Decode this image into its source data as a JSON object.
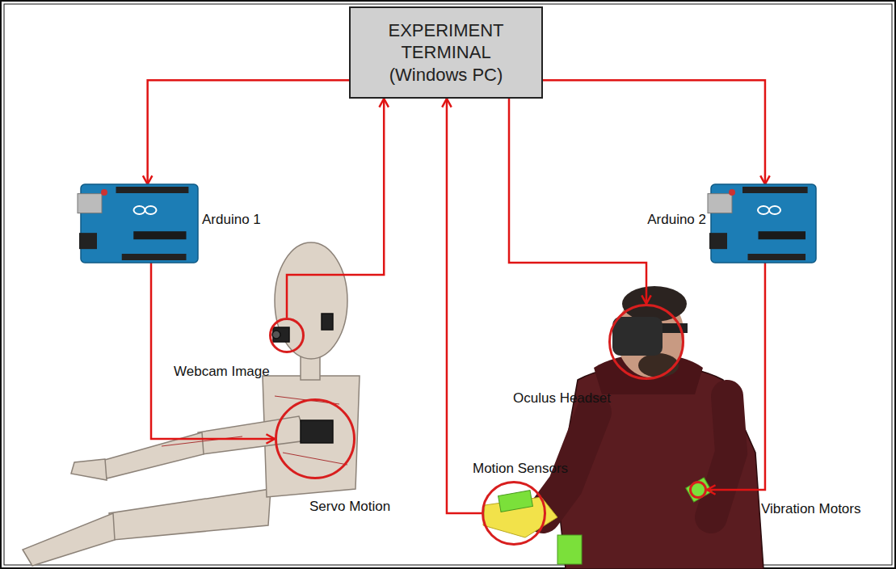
{
  "diagram": {
    "nodes": [
      {
        "text": [
          "EXPERIMENT TERMINAL (Windows PC)"
        ]
      },
      {
        "text": [
          "Arduino 1"
        ]
      },
      {
        "text": [
          "Arduino 2"
        ]
      },
      {
        "text": [
          "Webcam Image"
        ]
      },
      {
        "text": [
          "Oculus Headset"
        ]
      },
      {
        "text": [
          "Servo Motion"
        ]
      },
      {
        "text": [
          "Motion Sensors"
        ]
      },
      {
        "text": [
          "Vibration Motors"
        ]
      }
    ],
    "edges": [
      {
        "from": 0,
        "to": 1,
        "arrow": "to"
      },
      {
        "from": 1,
        "to": 5,
        "arrow": "to"
      },
      {
        "from": 3,
        "to": 0,
        "arrow": "to"
      },
      {
        "from": 0,
        "to": 4,
        "arrow": "to"
      },
      {
        "from": 6,
        "to": 0,
        "arrow": "to"
      },
      {
        "from": 0,
        "to": 2,
        "arrow": "to"
      },
      {
        "from": 2,
        "to": 7,
        "arrow": "to"
      }
    ]
  }
}
